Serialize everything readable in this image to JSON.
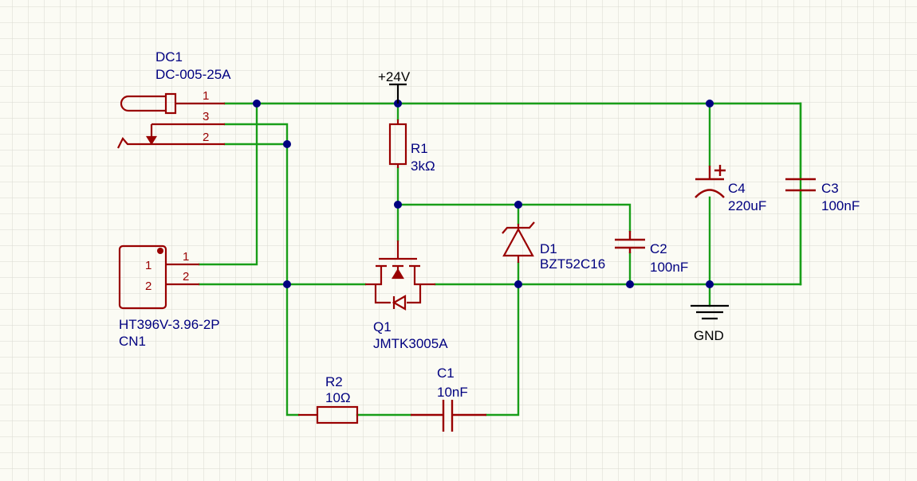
{
  "colors": {
    "background": "#fbfbf4",
    "grid": "#d9d9d0",
    "wire": "#199e19",
    "component": "#990000",
    "junction": "#000080",
    "designator": "#000080",
    "value": "#000080",
    "power": "#000000",
    "pin_number": "#990000"
  },
  "power_ports": {
    "vcc": "+24V",
    "gnd": "GND"
  },
  "components": {
    "dc1": {
      "designator": "DC1",
      "value": "DC-005-25A",
      "pins": [
        "1",
        "3",
        "2"
      ]
    },
    "cn1": {
      "designator": "CN1",
      "value": "HT396V-3.96-2P",
      "inner_pins": [
        "1",
        "2"
      ],
      "pins": [
        "1",
        "2"
      ]
    },
    "r1": {
      "designator": "R1",
      "value": "3kΩ"
    },
    "q1": {
      "designator": "Q1",
      "value": "JMTK3005A"
    },
    "d1": {
      "designator": "D1",
      "value": "BZT52C16"
    },
    "c2": {
      "designator": "C2",
      "value": "100nF"
    },
    "c4": {
      "designator": "C4",
      "value": "220uF",
      "polarity": "+"
    },
    "c3": {
      "designator": "C3",
      "value": "100nF"
    },
    "r2": {
      "designator": "R2",
      "value": "10Ω"
    },
    "c1": {
      "designator": "C1",
      "value": "10nF"
    }
  }
}
